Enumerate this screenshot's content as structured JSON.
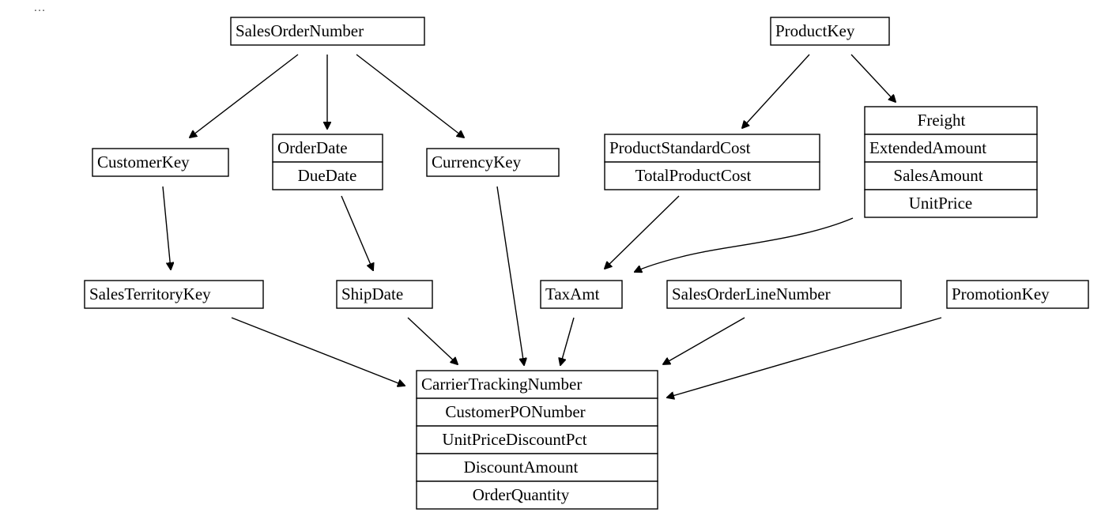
{
  "header": {
    "ellipsis": "…"
  },
  "nodes": {
    "sales_order_number": {
      "fields": [
        "SalesOrderNumber"
      ]
    },
    "product_key": {
      "fields": [
        "ProductKey"
      ]
    },
    "customer_key": {
      "fields": [
        "CustomerKey"
      ]
    },
    "order_date_group": {
      "fields": [
        "OrderDate",
        "DueDate"
      ]
    },
    "currency_key": {
      "fields": [
        "CurrencyKey"
      ]
    },
    "product_cost_group": {
      "fields": [
        "ProductStandardCost",
        "TotalProductCost"
      ]
    },
    "freight_group": {
      "fields": [
        "Freight",
        "ExtendedAmount",
        "SalesAmount",
        "UnitPrice"
      ]
    },
    "sales_territory_key": {
      "fields": [
        "SalesTerritoryKey"
      ]
    },
    "ship_date": {
      "fields": [
        "ShipDate"
      ]
    },
    "tax_amt": {
      "fields": [
        "TaxAmt"
      ]
    },
    "sales_order_line_number": {
      "fields": [
        "SalesOrderLineNumber"
      ]
    },
    "promotion_key": {
      "fields": [
        "PromotionKey"
      ]
    },
    "carrier_group": {
      "fields": [
        "CarrierTrackingNumber",
        "CustomerPONumber",
        "UnitPriceDiscountPct",
        "DiscountAmount",
        "OrderQuantity"
      ]
    }
  }
}
